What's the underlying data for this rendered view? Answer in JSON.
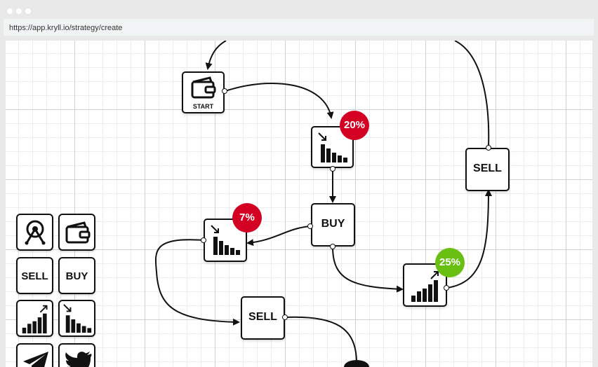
{
  "browser": {
    "url": "https://app.kryll.io/strategy/create"
  },
  "nodes": {
    "start": {
      "label": "START",
      "icon": "wallet-icon"
    },
    "sell_top": {
      "label": "SELL"
    },
    "buy": {
      "label": "BUY"
    },
    "sell_mid": {
      "label": "SELL"
    },
    "drop_20": {
      "badge": "20%",
      "icon": "price-down-icon"
    },
    "drop_7": {
      "badge": "7%",
      "icon": "price-down-icon"
    },
    "rise_25": {
      "badge": "25%",
      "icon": "price-up-icon"
    }
  },
  "toolbox": {
    "items": [
      {
        "id": "signal",
        "icon": "antenna-icon"
      },
      {
        "id": "wallet",
        "icon": "wallet-icon"
      },
      {
        "id": "sell",
        "label": "SELL"
      },
      {
        "id": "buy",
        "label": "BUY"
      },
      {
        "id": "price-up",
        "icon": "price-up-icon"
      },
      {
        "id": "price-down",
        "icon": "price-down-icon"
      },
      {
        "id": "telegram",
        "icon": "telegram-icon"
      },
      {
        "id": "twitter",
        "icon": "twitter-icon"
      }
    ]
  },
  "colors": {
    "badge_red": "#d40023",
    "badge_green": "#69c012",
    "node_border": "#111111"
  }
}
